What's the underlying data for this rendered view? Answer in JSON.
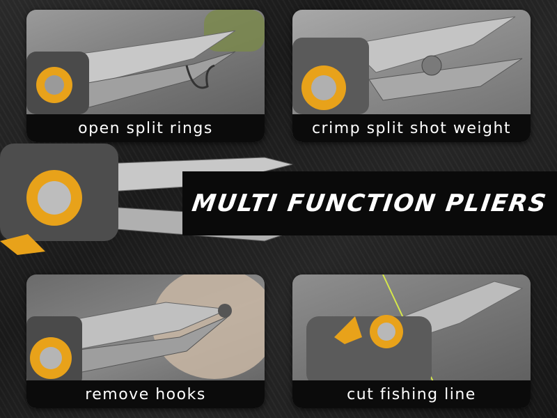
{
  "panels": {
    "top_left": {
      "caption": "open split rings"
    },
    "top_right": {
      "caption": "crimp split shot weight"
    },
    "bottom_left": {
      "caption": "remove hooks"
    },
    "bottom_right": {
      "caption": "cut fishing line"
    }
  },
  "banner": {
    "title": "MULTI FUNCTION PLIERS"
  },
  "colors": {
    "accent_gold": "#e8a21a",
    "caption_bg": "#0b0b0b",
    "banner_bg": "#0a0a0a",
    "steel": "#b8b8b8"
  }
}
